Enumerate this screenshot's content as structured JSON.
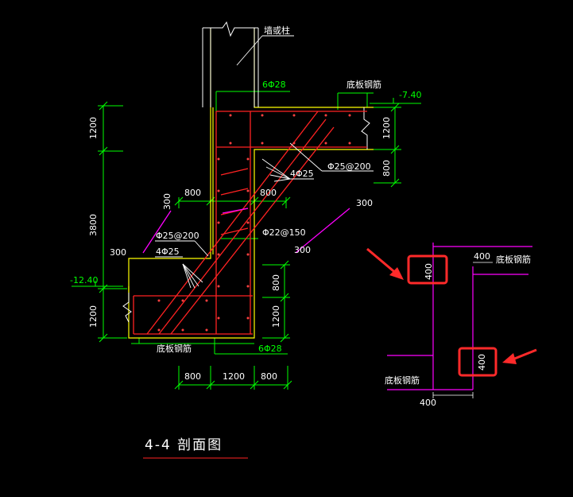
{
  "section_title": "4-4 剖面图",
  "labels": {
    "wall_column": "墙或柱",
    "bar_top": "6Φ28",
    "bar_bottom": "6Φ28",
    "bottom_rebar_upper": "底板钢筋",
    "bottom_rebar_lower": "底板钢筋",
    "elev_upper": "-7.40",
    "elev_lower": "-12.40",
    "dist_right": "Φ25@200",
    "dist_left": "Φ25@200",
    "bars_right": "4Φ25",
    "bars_left": "4Φ25",
    "stirrup": "Φ22@150"
  },
  "dims": {
    "left_1200_top": "1200",
    "left_3800": "3800",
    "left_1200_bottom": "1200",
    "right_1200": "1200",
    "right_800_top": "800",
    "inner_800_top": "800",
    "inner_1200_bottom": "1200",
    "w_800_left_top": "800",
    "w_800_right_top": "800",
    "w_800_left_bottom": "800",
    "w_1200_bottom": "1200",
    "w_800_right_bottom": "800",
    "slope_left_top": "300",
    "slope_left_bottom": "300",
    "slope_right_top": "300",
    "slope_right_bottom": "300"
  },
  "detail": {
    "label_upper": "底板钢筋",
    "label_lower": "底板钢筋",
    "dim_top_400": "400",
    "dim_box_upper": "400",
    "dim_box_lower": "400",
    "dim_bottom_400": "400"
  },
  "colors": {
    "background": "#000000",
    "concrete": "#ffff00",
    "rebar": "#ff2222",
    "dimension": "#00ff00",
    "text": "#ffffff",
    "annotation": "#ffffff",
    "detail_line": "#ff00ff",
    "highlight": "#ff2a2a"
  },
  "icons": {
    "highlight_box": "red-rounded-rectangle",
    "arrow": "red-arrow"
  }
}
